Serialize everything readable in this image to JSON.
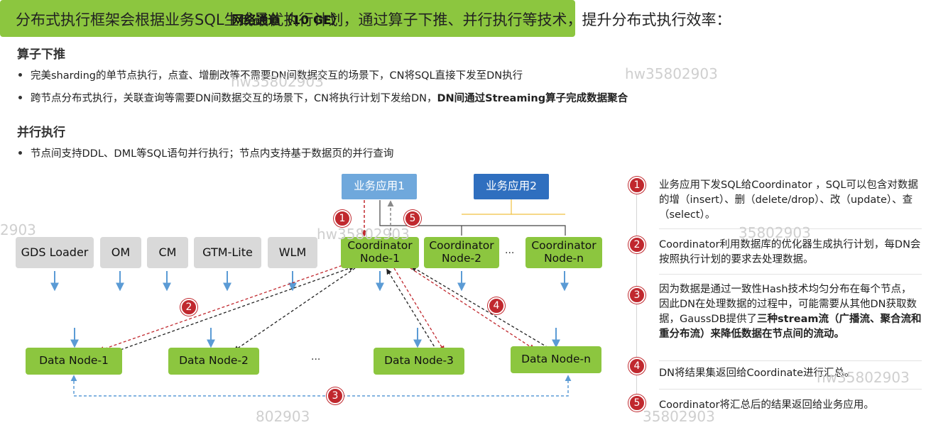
{
  "title": "分布式执行框架会根据业务SQL生成最优执行计划，通过算子下推、并行执行等技术，提升分布式执行效率：",
  "section_pushdown": {
    "heading": "算子下推",
    "bullet1": "完美sharding的单节点执行，点查、增删改等不需要DN间数据交互的场景下，CN将SQL直接下发至DN执行",
    "bullet2_normal": "跨节点分布式执行，关联查询等需要DN间数据交互的场景下，CN将执行计划下发给DN，",
    "bullet2_bold": "DN间通过Streaming算子完成数据聚合"
  },
  "section_parallel": {
    "heading": "并行执行",
    "bullet1": "节点间支持DDL、DML等SQL语句并行执行；节点内支持基于数据页的并行查询"
  },
  "diagram": {
    "app1": "业务应用1",
    "app2": "业务应用2",
    "tools": [
      "GDS Loader",
      "OM",
      "CM",
      "GTM-Lite",
      "WLM"
    ],
    "coordinators": [
      "Coordinator Node-1",
      "Coordinator Node-2",
      "Coordinator Node-n"
    ],
    "coord_ellipsis": "...",
    "bus": "网络通道（10 GE）",
    "datanodes": [
      "Data Node-1",
      "Data Node-2",
      "Data Node-3",
      "Data Node-n"
    ],
    "dn_ellipsis": "...",
    "badges": [
      "1",
      "2",
      "3",
      "4",
      "5"
    ]
  },
  "notes": {
    "n1": "业务应用下发SQL给Coordinator ，SQL可以包含对数据的增（insert）、删（delete/drop）、改（update）、查（select）。",
    "n2": "Coordinator利用数据库的优化器生成执行计划，每DN会按照执行计划的要求去处理数据。",
    "n3_normal": "因为数据是通过一致性Hash技术均匀分布在每个节点，因此DN在处理数据的过程中，可能需要从其他DN获取数据，GaussDB提供了",
    "n3_bold": "三种stream流（广播流、聚合流和重分布流）来降低数据在节点间的流动。",
    "n4": "DN将结果集返回给Coordinate进行汇总。",
    "n5": "Coordinator将汇总后的结果返回给业务应用。"
  },
  "watermarks": [
    "hw35802903",
    "hw35802903",
    "hw35802903",
    "35802903",
    "hw35802903",
    "2903",
    "802903",
    "35802903"
  ],
  "colors": {
    "green": "#8cc63f",
    "gray": "#d9d9d9",
    "app_light_blue": "#6fa8dc",
    "app_dark_blue": "#2f6fbf",
    "badge_red": "#c0282e",
    "arrow_blue": "#5b9bd5"
  }
}
